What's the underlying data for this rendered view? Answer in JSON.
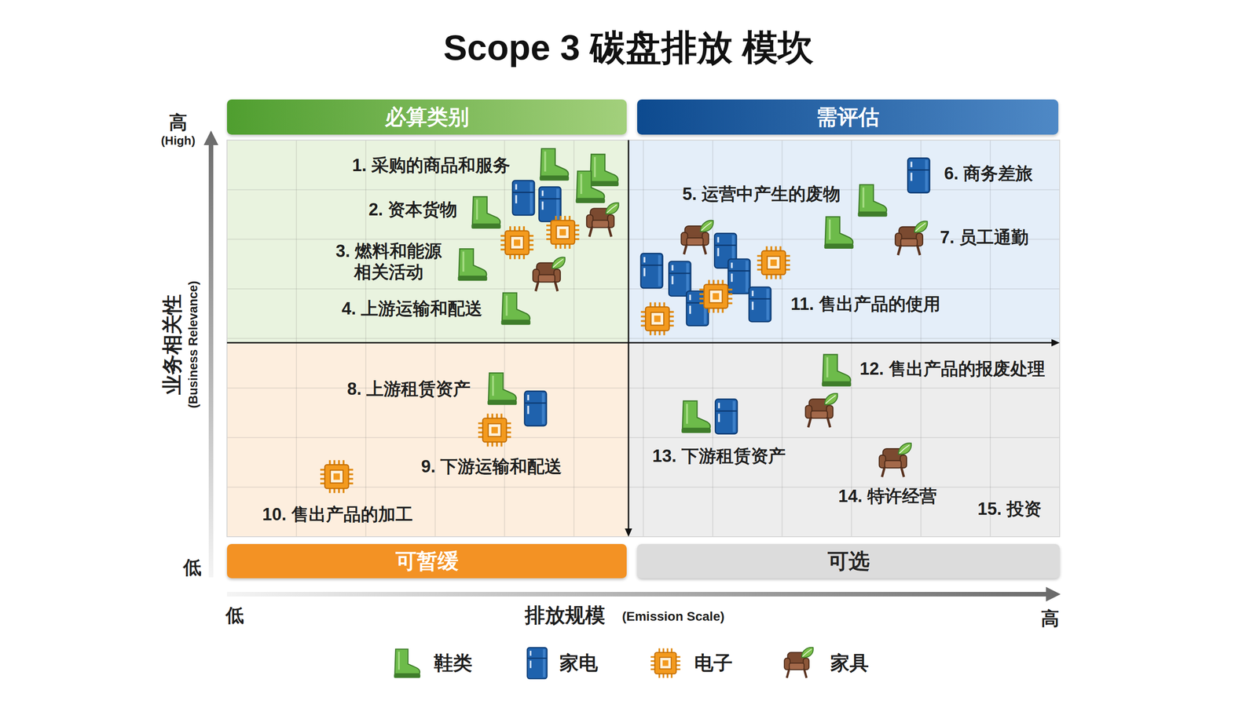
{
  "diagram": {
    "title": "Scope 3 碳盘排放 模坎",
    "nodes": [
      {
        "text": [
          "必算类别"
        ]
      },
      {
        "text": [
          "需评估"
        ]
      },
      {
        "text": [
          "可暂缓"
        ]
      },
      {
        "text": [
          "可选"
        ]
      }
    ],
    "labels": [
      "1. 采购的商品和服务",
      "2. 资本货物",
      "3. 燃料和能源 相关活动",
      "4. 上游运输和配送",
      "5. 运营中产生的废物",
      "6. 商务差旅",
      "7. 员工通勤",
      "8. 上游租赁资产",
      "9. 下游运输和配送",
      "10. 售出产品的加工",
      "11. 售出产品的使用",
      "12. 售出产品的报废处理",
      "13. 下游租赁资产",
      "14. 特许经营",
      "15. 投资",
      "高",
      "(High)",
      "业务相关性",
      "(Business Relevance)",
      "低",
      "低",
      "排放规模",
      "(Emission Scale)",
      "高"
    ],
    "legend": [
      {
        "text": "鞋类"
      },
      {
        "text": "家电"
      },
      {
        "text": "电子"
      },
      {
        "text": "家具"
      }
    ]
  }
}
